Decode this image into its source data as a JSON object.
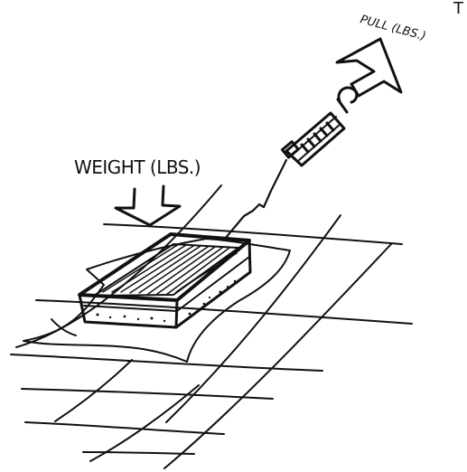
{
  "diagram": {
    "labels": {
      "weight": "WEIGHT (LBS.)",
      "pull": "PULL (LBS.)",
      "corner_mark": "T"
    },
    "elements": [
      "grid-floor",
      "cloth-sheet",
      "weighted-tray",
      "spring-scale",
      "pull-arrow",
      "weight-arrow"
    ]
  }
}
